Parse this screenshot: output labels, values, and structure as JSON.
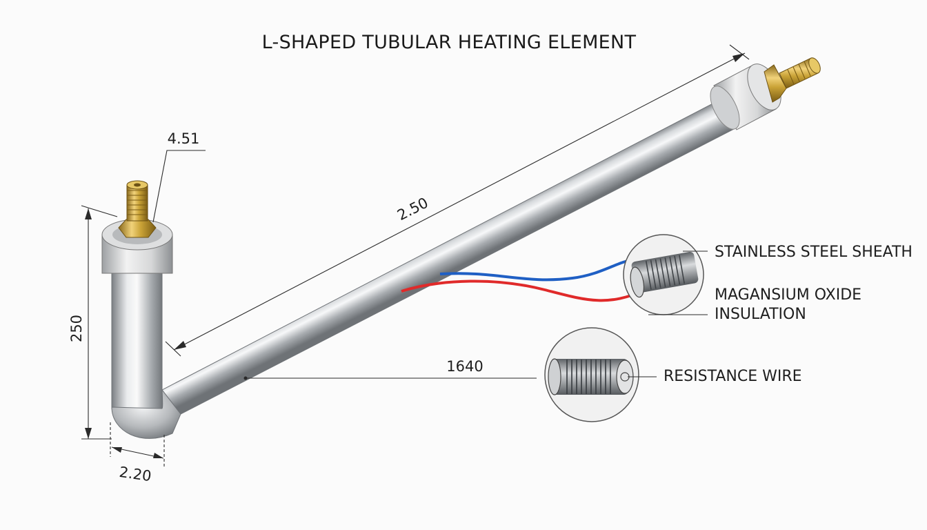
{
  "title": "L-SHAPED TUBULAR HEATING ELEMENT",
  "dimensions": {
    "terminal": "4.51",
    "long_leg": "2.50",
    "vertical_leg": "250",
    "base": "2.20",
    "overall": "1640"
  },
  "callouts": {
    "sheath": "STAINLESS STEEL SHEATH",
    "insulation_line1": "MAGANSIUM OXIDE",
    "insulation_line2": "INSULATION",
    "resistance_wire": "RESISTANCE WIRE"
  },
  "colors": {
    "sheath": "#b9bcbf",
    "brass": "#c9a236",
    "wire_hot": "#e02a2a",
    "wire_blue": "#1f5fc4"
  }
}
